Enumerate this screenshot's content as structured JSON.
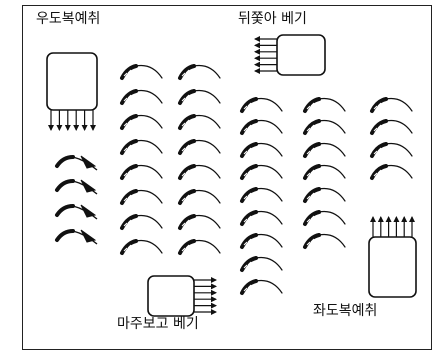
{
  "labels": {
    "top_left": "우도복예취",
    "top_right": "뒤쫓아 베기",
    "bottom_center": "마주보고 베기",
    "bottom_right": "좌도복예취"
  },
  "colors": {
    "stroke": "#111111",
    "background": "#ffffff"
  },
  "icons": {
    "crop_plant": "curved-rice-stalk-icon",
    "harvester": "combine-harvester-box-icon",
    "lodged_crop": "lodged-rice-stalk-icon"
  }
}
